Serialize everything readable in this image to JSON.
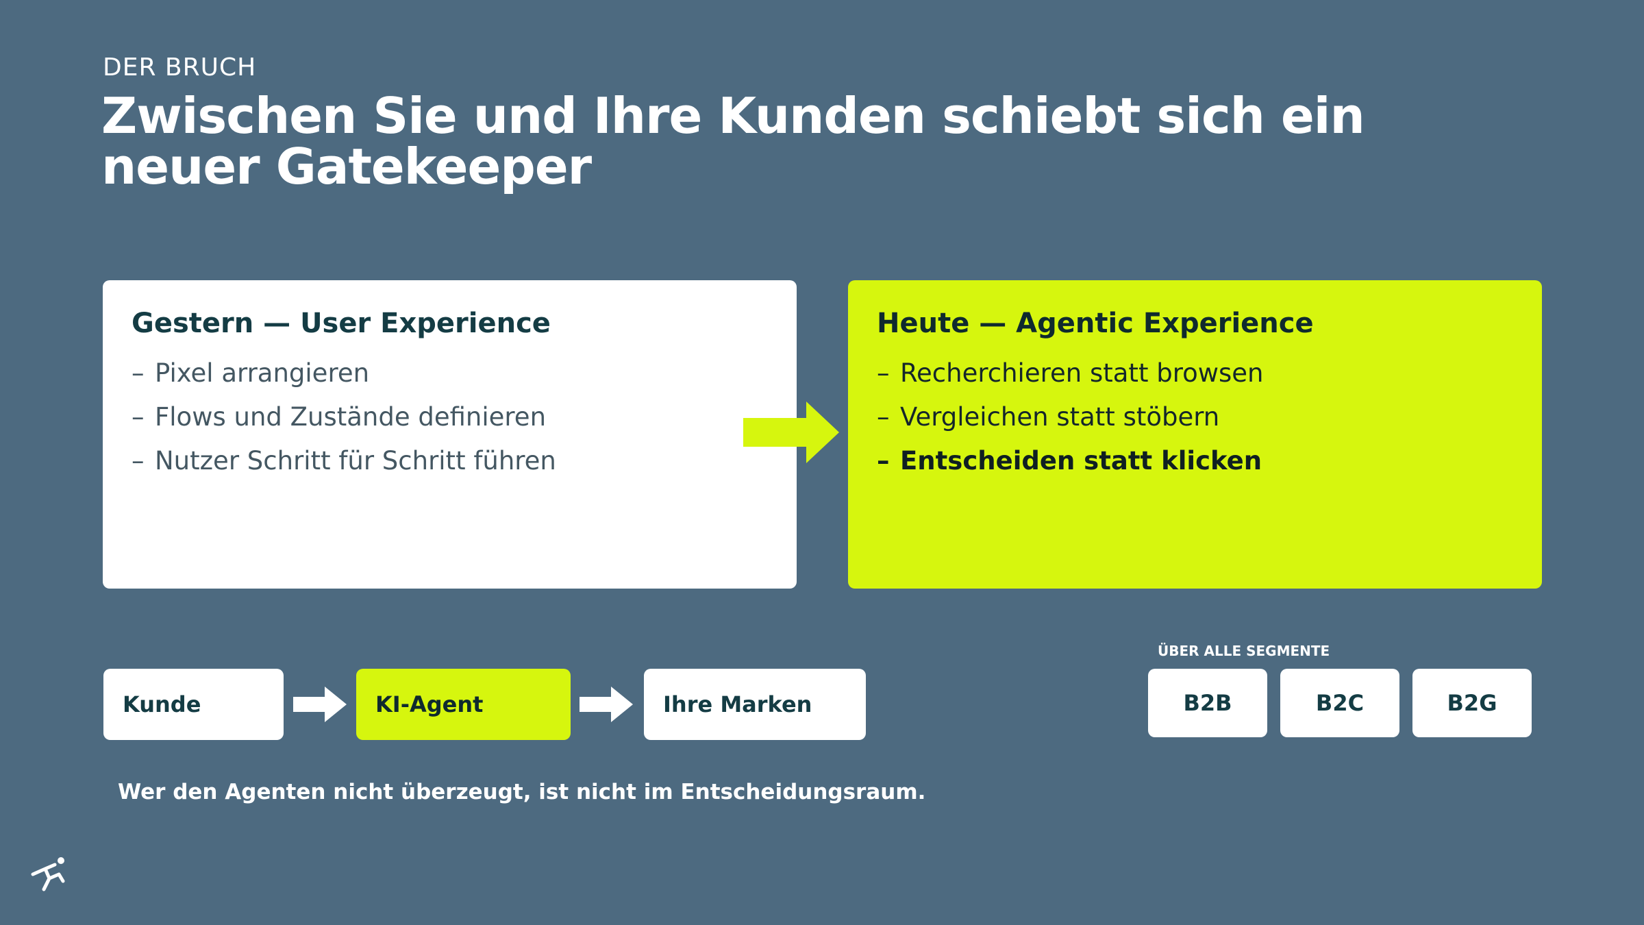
{
  "eyebrow": "DER BRUCH",
  "title": "Zwischen Sie und Ihre Kunden schiebt sich ein neuer Gatekeeper",
  "left_card": {
    "heading": "Gestern — User Experience",
    "items": [
      "Pixel arrangieren",
      "Flows und Zustände definieren",
      "Nutzer Schritt für Schritt führen"
    ]
  },
  "right_card": {
    "heading": "Heute — Agentic Experience",
    "items": [
      "Recherchieren statt browsen",
      "Vergleichen statt stöbern",
      "Entscheiden statt klicken"
    ]
  },
  "flow": {
    "steps": [
      "Kunde",
      "KI-Agent",
      "Ihre Marken"
    ]
  },
  "segments": {
    "label": "ÜBER ALLE SEGMENTE",
    "items": [
      "B2B",
      "B2C",
      "B2G"
    ]
  },
  "note": "Wer den Agenten nicht überzeugt, ist nicht im Entscheidungsraum.",
  "dash": "–",
  "colors": {
    "background": "#4d6a80",
    "accent": "#d6f60e",
    "dark_text": "#143c44",
    "card": "#ffffff"
  },
  "icons": {
    "big_arrow": "arrow-right-icon",
    "flow_arrow": "arrow-right-icon",
    "logo": "runner-logo-icon"
  }
}
